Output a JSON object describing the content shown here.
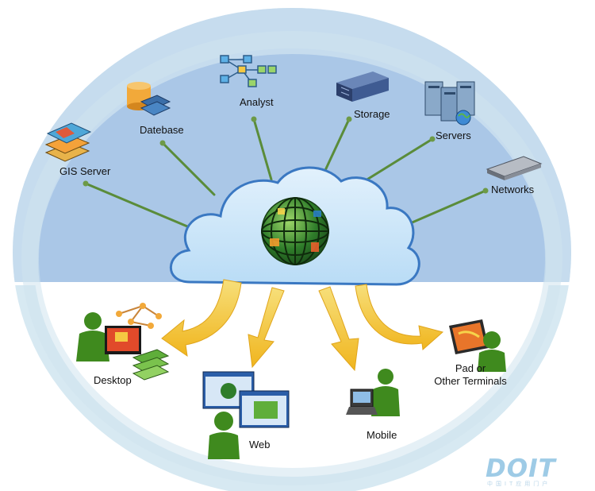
{
  "nodes": {
    "gis_server": "GIS Server",
    "database": "Datebase",
    "analyst": "Analyst",
    "storage": "Storage",
    "servers": "Servers",
    "networks": "Networks"
  },
  "clients": {
    "desktop": "Desktop",
    "web": "Web",
    "mobile": "Mobile",
    "pad_line1": "Pad or",
    "pad_line2": "Other Terminals"
  },
  "watermark": {
    "logo": "DOIT",
    "tagline": "中国IT应用门户"
  },
  "colors": {
    "outer_ring": "#d6e9f3",
    "inner_blue": "#a9c8e8",
    "cloud": "#cfe6fa",
    "cloud_edge": "#3a78c2",
    "connector": "#5a8c3a",
    "arrow": "#f5c842",
    "person": "#3f8a1e"
  }
}
